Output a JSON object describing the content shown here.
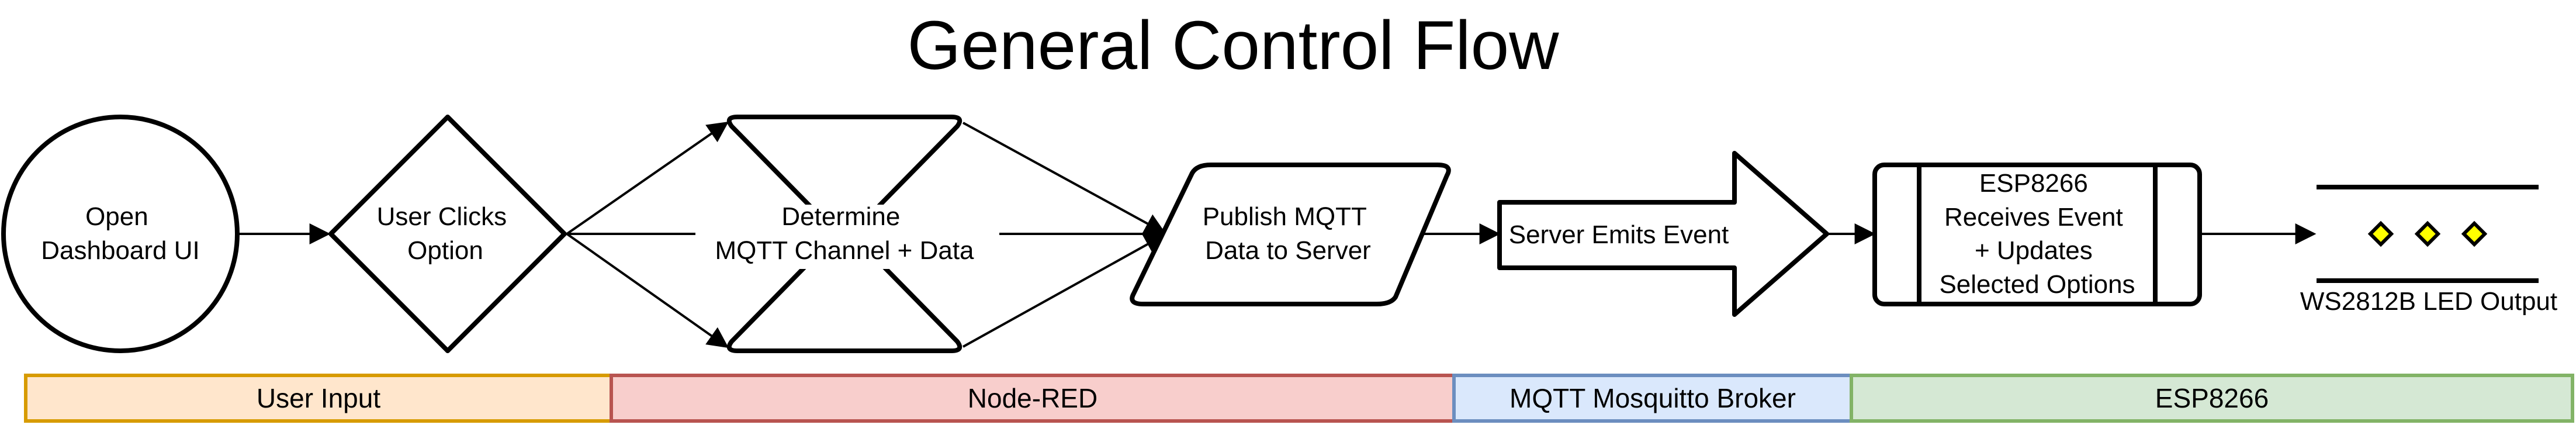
{
  "title": "General Control Flow",
  "nodes": {
    "open_dashboard": {
      "lines": [
        "Open",
        "Dashboard UI"
      ]
    },
    "user_clicks": {
      "lines": [
        "User Clicks",
        "Option"
      ]
    },
    "determine_channel": {
      "lines": [
        "Determine",
        "MQTT Channel + Data"
      ]
    },
    "publish_mqtt": {
      "lines": [
        "Publish MQTT",
        "Data to Server"
      ]
    },
    "server_emits": {
      "lines": [
        "Server Emits Event"
      ]
    },
    "esp_receives": {
      "lines": [
        "ESP8266",
        "Receives Event",
        "+ Updates",
        "Selected Options"
      ]
    },
    "led_output": {
      "label": "WS2812B LED Output"
    }
  },
  "bands": [
    {
      "id": "user-input",
      "label": "User Input",
      "fill": "#ffe6cc",
      "stroke": "#d79b00"
    },
    {
      "id": "node-red",
      "label": "Node-RED",
      "fill": "#f8cecc",
      "stroke": "#b85450"
    },
    {
      "id": "mqtt-broker",
      "label": "MQTT Mosquitto Broker",
      "fill": "#dae8fc",
      "stroke": "#6c8ebf"
    },
    {
      "id": "esp8266",
      "label": "ESP8266",
      "fill": "#d5e8d4",
      "stroke": "#82b366"
    }
  ],
  "led_color": "#ffff00"
}
